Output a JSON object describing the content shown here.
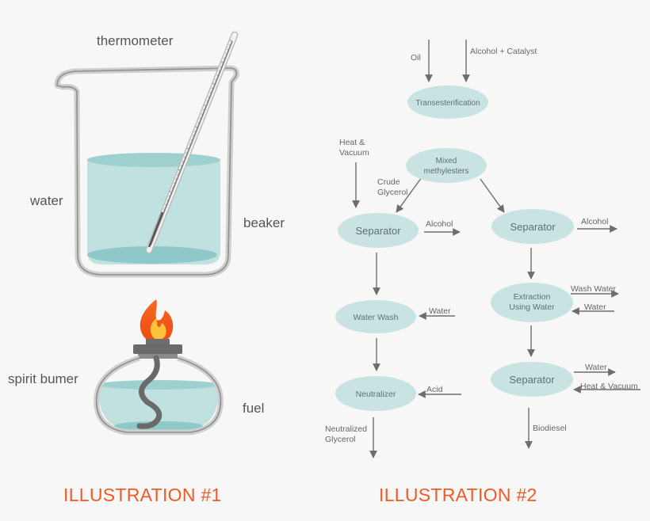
{
  "illustration1": {
    "labels": {
      "thermometer": "thermometer",
      "water": "water",
      "beaker": "beaker",
      "spirit_burner": "spirit bumer",
      "fuel": "fuel"
    },
    "caption": "ILLUSTRATION #1"
  },
  "illustration2": {
    "inputs": {
      "oil": "Oil",
      "alcohol_catalyst": "Alcohol + Catalyst",
      "heat_vacuum_1": "Heat &",
      "heat_vacuum_2": "Vacuum",
      "crude_glycerol_1": "Crude",
      "crude_glycerol_2": "Glycerol",
      "alcohol_left": "Alcohol",
      "alcohol_right": "Alcohol",
      "wash_water": "Wash Water",
      "water_in_right": "Water",
      "water_in_left": "Water",
      "acid": "Acid",
      "water_out": "Water",
      "heat_vacuum_right": "Heat & Vacuum",
      "neutralized_glycerol_1": "Neutralized",
      "neutralized_glycerol_2": "Glycerol",
      "biodiesel": "Biodiesel"
    },
    "nodes": {
      "transesterification": "Transesterification",
      "mixed_1": "Mixed",
      "mixed_2": "methylesters",
      "separator_left": "Separator",
      "separator_right": "Separator",
      "extraction_1": "Extraction",
      "extraction_2": "Using Water",
      "water_wash": "Water Wash",
      "neutralizer": "Neutralizer",
      "separator_bottom": "Separator"
    },
    "caption": "ILLUSTRATION #2"
  }
}
